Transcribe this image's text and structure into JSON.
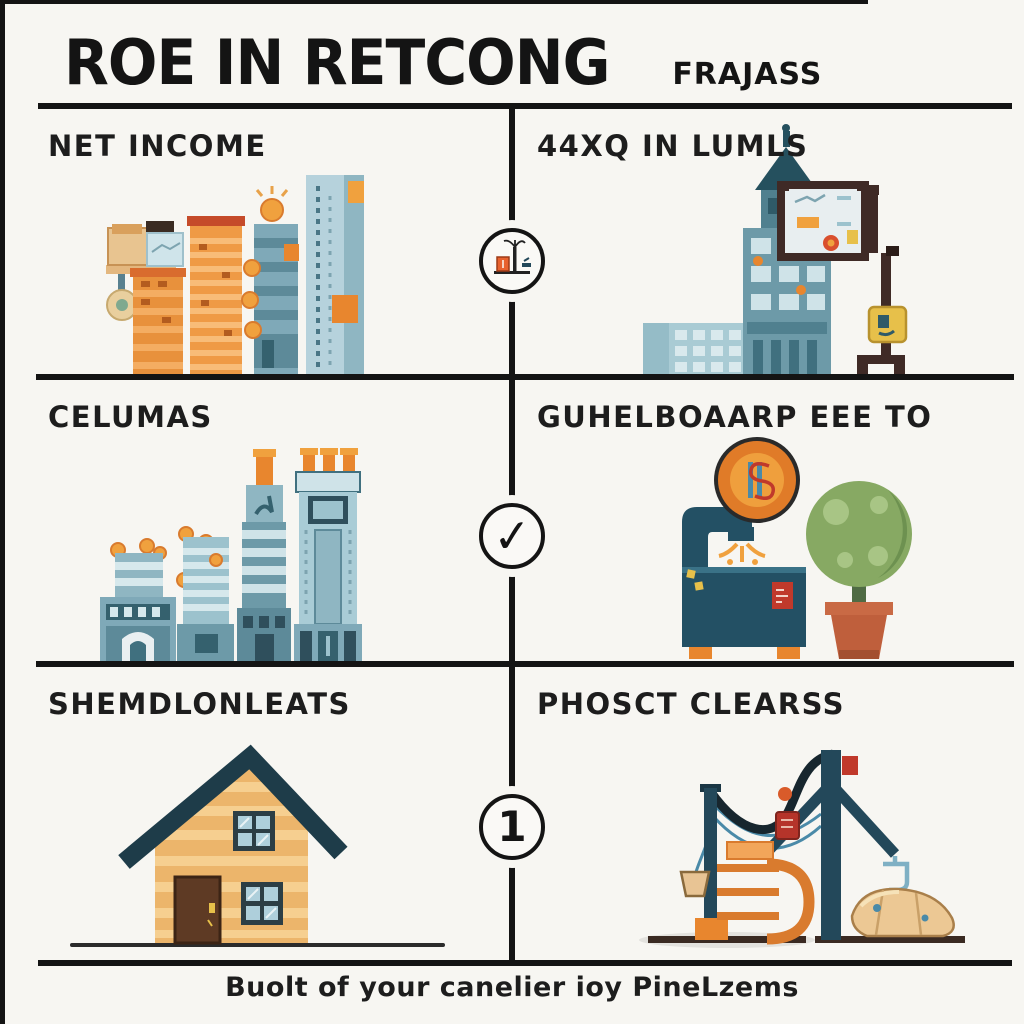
{
  "header": {
    "title": "ROE IN RETCONG",
    "subtitle": "FRAJASS"
  },
  "grid": {
    "rows": 3,
    "cols": 2,
    "cells": [
      {
        "id": "net-income",
        "label": "NET INCOME",
        "illustration": "coin-stack-towers"
      },
      {
        "id": "44xq-in-lumls",
        "label": "44XQ IN LUMLS",
        "illustration": "domed-building-with-whiteboard-sign"
      },
      {
        "id": "celumas",
        "label": "CELUMAS",
        "illustration": "teal-city-buildings"
      },
      {
        "id": "guhelboaarp-eee-to",
        "label": "GUHELBOAARP EEE TO",
        "illustration": "coin-machine-and-potted-tree"
      },
      {
        "id": "shemdlonleats",
        "label": "SHEMDLONLEATS",
        "illustration": "wooden-house"
      },
      {
        "id": "phosct-clearss",
        "label": "PHOSCT CLEARSS",
        "illustration": "cable-pulley-contraption"
      }
    ]
  },
  "axis_icons": [
    {
      "name": "mini-lab-scene-icon",
      "glyph": ""
    },
    {
      "name": "checkmark-icon",
      "glyph": "✓"
    },
    {
      "name": "number-one-icon",
      "glyph": "1"
    }
  ],
  "footer": {
    "caption": "Buolt of your canelier ioy PineLzems"
  },
  "colors": {
    "background": "#f7f6f2",
    "line": "#141414",
    "orange": "#e8862e",
    "light_orange": "#f0a13e",
    "teal": "#6d9aa8",
    "light_teal": "#b6d2dc",
    "dark_teal": "#23485a",
    "roof": "#1e3c49",
    "wood": "#ecb56b",
    "door_brown": "#5e3a24",
    "sign_brown": "#3f2a26",
    "tree_green": "#87a963",
    "pot_terracotta": "#bf5f3c",
    "red": "#c0392b",
    "yellow": "#e7c04a",
    "croissant": "#ecc894"
  }
}
